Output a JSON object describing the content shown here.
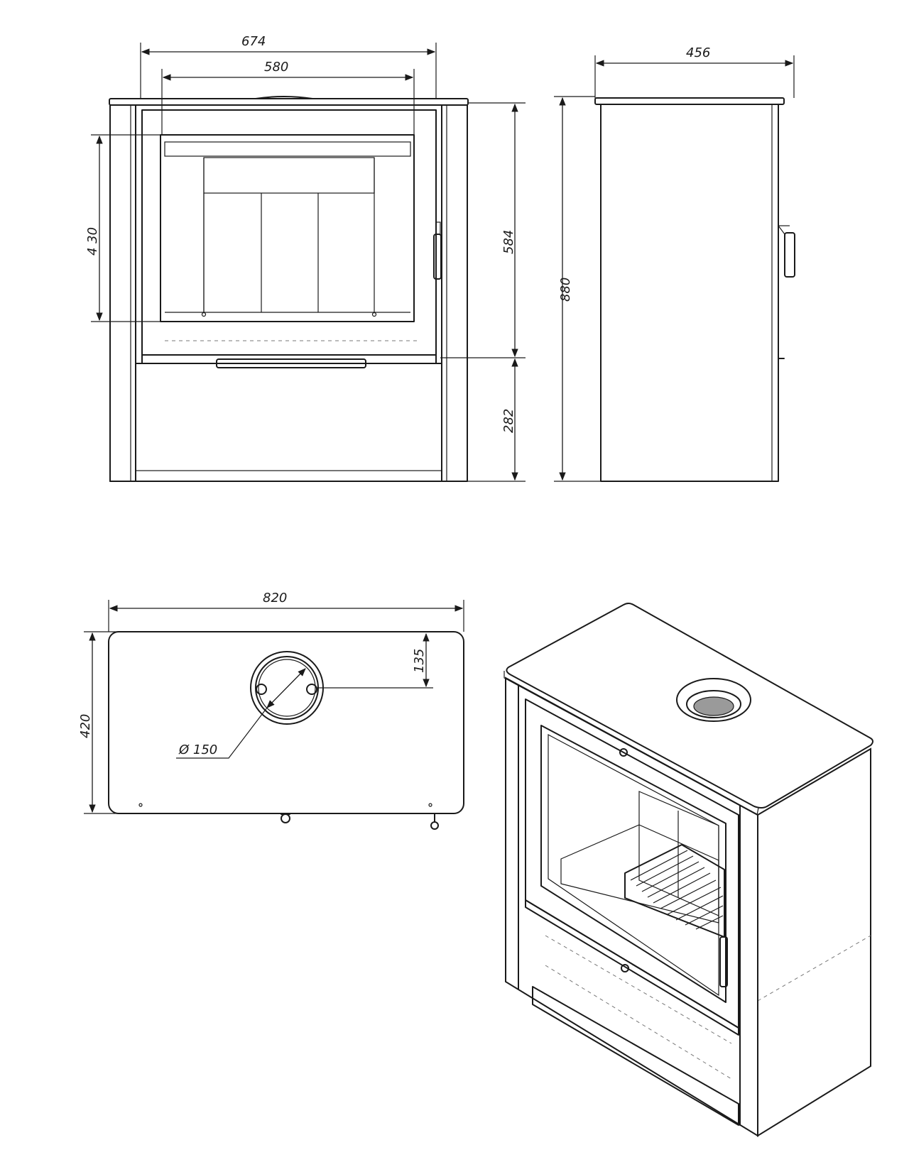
{
  "diagram": {
    "front_view": {
      "dim_overall_width": "674",
      "dim_door_width": "580",
      "dim_glass_height": "4 30",
      "dim_upper_height": "584",
      "dim_base_height": "282"
    },
    "side_view": {
      "dim_depth": "456",
      "dim_total_height": "880"
    },
    "top_view": {
      "dim_top_width": "820",
      "dim_top_depth": "420",
      "dim_flue_offset": "135",
      "dim_flue_diameter": "Ø 150"
    }
  }
}
